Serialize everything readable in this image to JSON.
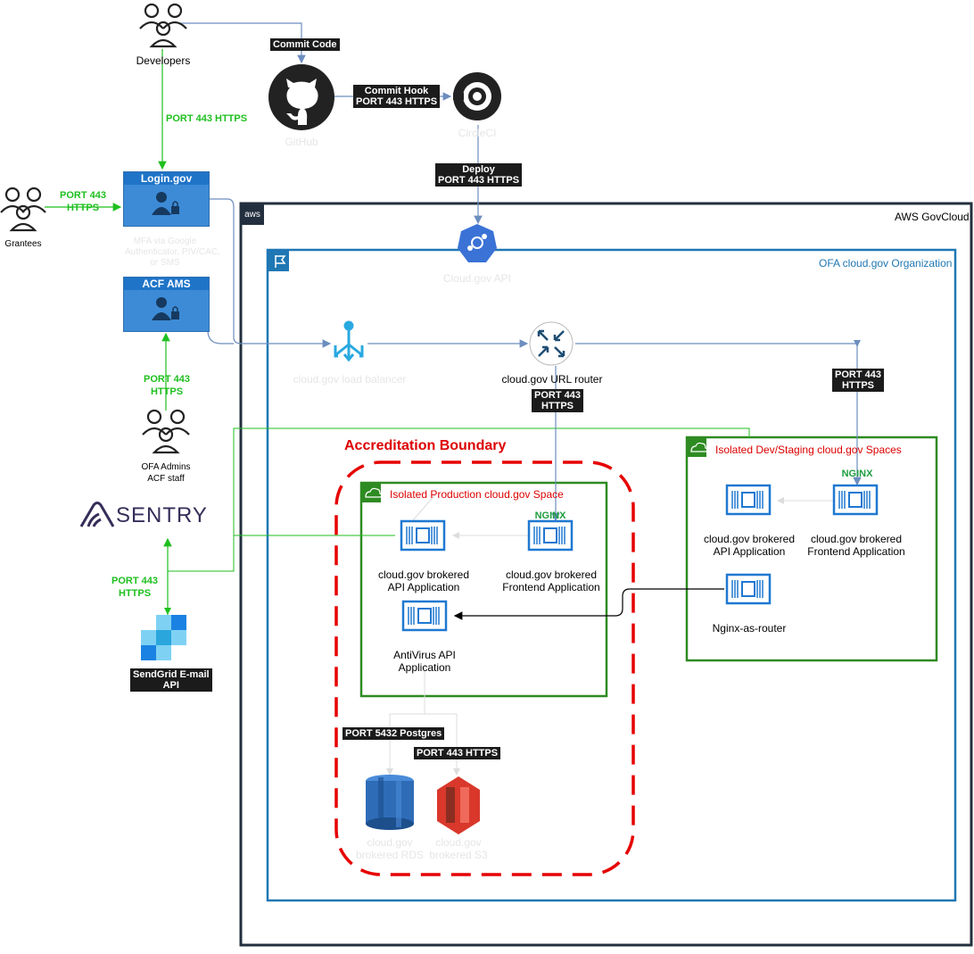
{
  "actors": {
    "developers": "Developers",
    "grantees": "Grantees",
    "ofa_admins": "OFA Admins",
    "acf_staff": "ACF staff"
  },
  "services": {
    "github": "GitHub",
    "circleci": "CircleCI",
    "cloudgov_api": "Cloud.gov API",
    "login_gov": "Login.gov",
    "mfa_note": [
      "MFA via Google",
      "Authenticator, PIV/CAC,",
      "or SMS"
    ],
    "acf_ams": "ACF AMS",
    "sentry": "SENTRY",
    "sendgrid": [
      "SendGrid E-mail",
      "API"
    ],
    "load_balancer": "cloud.gov load balancer",
    "url_router": "cloud.gov URL router"
  },
  "labels": {
    "commit_code": "Commit Code",
    "commit_hook": [
      "Commit Hook",
      "PORT 443 HTTPS"
    ],
    "deploy": [
      "Deploy",
      "PORT 443 HTTPS"
    ],
    "port443_https": "PORT 443 HTTPS",
    "port443_two_line": [
      "PORT 443",
      "HTTPS"
    ],
    "port5432": "PORT 5432 Postgres",
    "port443_s3": "PORT 443 HTTPS"
  },
  "regions": {
    "aws": "AWS GovCloud",
    "aws_logo": "aws",
    "ofa_org": "OFA cloud.gov Organization",
    "accreditation": "Accreditation Boundary",
    "prod_space": "Isolated Production cloud.gov Space",
    "dev_space": "Isolated Dev/Staging cloud.gov Spaces"
  },
  "apps": {
    "prod_api": [
      "cloud.gov brokered",
      "API Application"
    ],
    "prod_frontend": [
      "cloud.gov brokered",
      "Frontend Application"
    ],
    "antivirus": [
      "AntiVirus API",
      "Application"
    ],
    "dev_api": [
      "cloud.gov brokered",
      "API Application"
    ],
    "dev_frontend": [
      "cloud.gov brokered",
      "Frontend Application"
    ],
    "nginx_router": "Nginx-as-router",
    "nginx_logo": "NGINX",
    "rds": [
      "cloud.gov",
      "brokered RDS"
    ],
    "s3": [
      "cloud.gov",
      "brokered S3"
    ]
  },
  "colors": {
    "green_link": "#1fbf1f",
    "accreditation_red": "#e60000",
    "space_green": "#2e8b22",
    "org_blue": "#1f77b4",
    "aws_navy": "#232f3e",
    "app_blue": "#1f78d1"
  }
}
